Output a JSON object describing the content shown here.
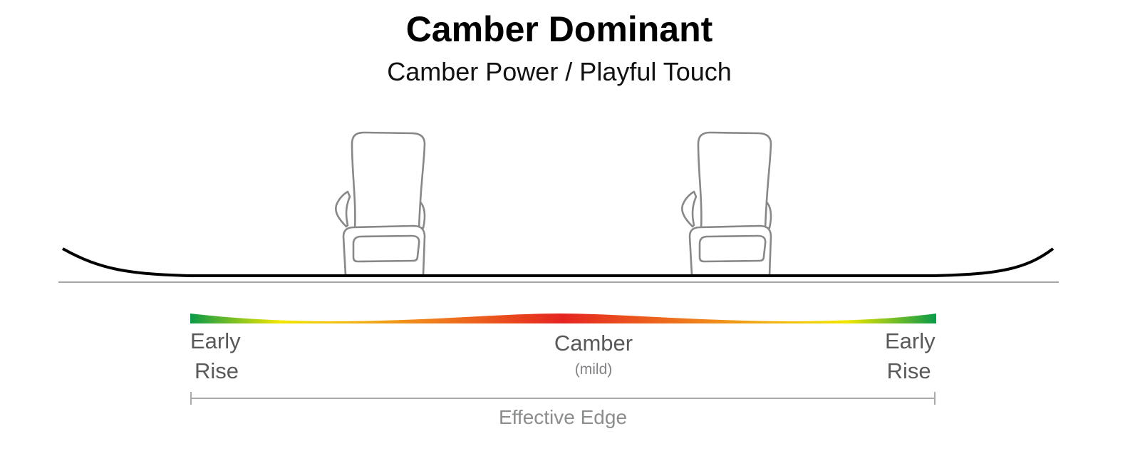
{
  "title": "Camber Dominant",
  "subtitle": "Camber Power / Playful Touch",
  "profile": {
    "left_label": [
      "Early",
      "Rise"
    ],
    "center_label": "Camber",
    "center_sublabel": "(mild)",
    "right_label": [
      "Early",
      "Rise"
    ],
    "colors": {
      "rise": "#0a9a48",
      "transition": "#f2e600",
      "mid": "#f08a1c",
      "camber": "#e52420"
    }
  },
  "effective_edge_label": "Effective Edge"
}
